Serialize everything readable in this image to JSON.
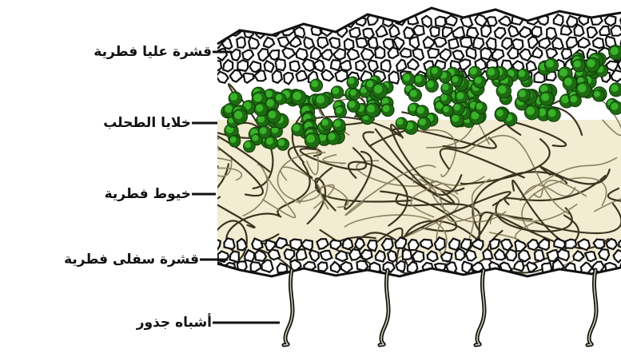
{
  "labels": {
    "upper_cortex": "قشرة عليا فطرية",
    "algae_cells": "خلايا الطحلب",
    "fungal_hyphae": "خيوط فطرية",
    "lower_cortex": "قشرة سفلى فطرية",
    "rhizines": "أشباه جذور"
  },
  "colors": {
    "outline": "#111111",
    "cell_fill": "#ffffff",
    "algae_dark": "#1e6a12",
    "algae_light": "#39b22a",
    "medulla_bg": "#f1ecd2",
    "hyphae": "#3b3420",
    "hyphae_light": "#8a8060"
  }
}
